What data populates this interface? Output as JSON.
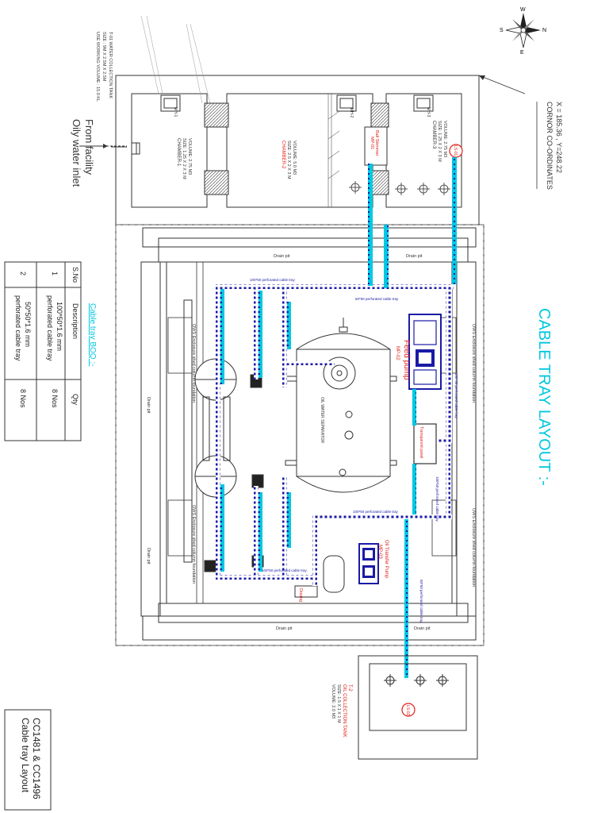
{
  "title": "CABLE TRAY LAYOUT :-",
  "drawing_ref": {
    "line1": "CC1481 & CC1496",
    "line2": "Cable tray Layout"
  },
  "boq": {
    "heading": "Cable tray BOQ :-",
    "columns": [
      "S.No",
      "Description",
      "Qty"
    ],
    "rows": [
      {
        "sno": "1",
        "desc1": "100*50*1.6 mm",
        "desc2": "perforated cable tray",
        "qty": "8 Nos"
      },
      {
        "sno": "2",
        "desc1": "50*50*1.6 mm",
        "desc2": "perforated cable tray",
        "qty": "8 Nos"
      }
    ]
  },
  "inlet": {
    "line1": "Oily water inlet",
    "line2": "From facility"
  },
  "tank_note": {
    "line1": "T-01 WATER COLLECTION TANK",
    "line2": "SIZE : 9M X 2.5M X 2.5M",
    "line3": "USE WORKING VOLUME : 15.0 KL"
  },
  "corner": {
    "label": "CORNOR CO-ORDINATES",
    "coords": "X = 185.36 , Y=248.22"
  },
  "chambers": [
    {
      "name": "CHAMBER-1",
      "size": "SIZE: 1.25 X 2 X 3 M",
      "volume": "VOLUME: 2.75 M3",
      "mh": "MH-1"
    },
    {
      "name": "CHAMBER-2",
      "size": "SIZE: 2.5 X 2 X 3 M",
      "volume": "VOLUME: 5.0 M3",
      "mh": "MH-2"
    },
    {
      "name": "CHAMBER-3",
      "size": "SIZE: 1.25 X 2 X 3 M",
      "volume": "VOLUME: 2.75 M3",
      "mh": "MH-3"
    }
  ],
  "equipment": {
    "mp01": {
      "tag": "MP-01",
      "name": "Ball Skimmer"
    },
    "mp02": {
      "tag": "MP-02",
      "name": "Feed pump"
    },
    "mp03": {
      "tag": "MP-03",
      "name": "Oil Transfer Pump"
    },
    "transparent_panel": "Transparent panel",
    "dosing": "Dosing",
    "separator": "OIL WATER SEPARATOR",
    "ls01": "LS-01",
    "ls02": "LS-02"
  },
  "t2": {
    "tag": "T-2",
    "name": "OIL COLLECTION TANK",
    "size": "SIZE: 1.5 X 1 X 1 M",
    "volume": "VOLUME: 2.0 M3"
  },
  "shed_labels": {
    "tl": "OWS Enclosure shed column foundation",
    "bl": "OWS Enclosure shed column foundation",
    "tr": "OWS Enclosure shed column foundation",
    "br": "OWS Enclosure shed column foundation"
  },
  "drain_labels": [
    "Drain pit",
    "Drain pit",
    "Drain pit",
    "Drain pit",
    "Drain pit",
    "Drain pit"
  ],
  "tray_labels": {
    "t100a": "100*50 perforated cable tray",
    "t100b": "100*50 perforated cable tray",
    "t100c": "100*50 perforated cable tray",
    "t100d": "100*50 perforated cable tray",
    "t100e": "100*50 perforated cable tray",
    "t50a": "50*50 perforated cable tray",
    "t50b": "50*50 perforated cable tray"
  },
  "compass": {
    "n": "N",
    "s": "S",
    "e": "E",
    "w": "W"
  },
  "colors": {
    "tray_blue": "#1a1aa6",
    "cable_cyan": "#00c8e0",
    "red": "#e0201a",
    "line": "#333333"
  }
}
